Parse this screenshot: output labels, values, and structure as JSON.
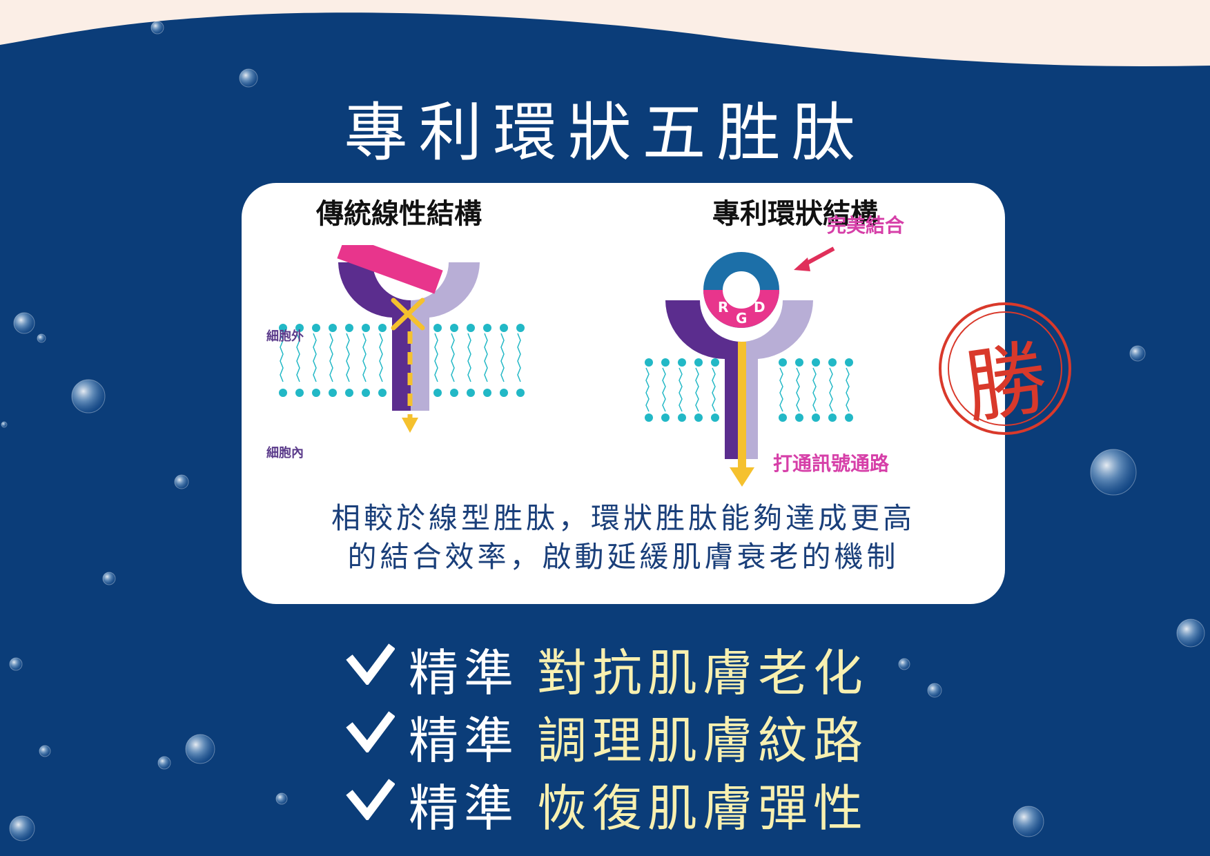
{
  "title": "專利環狀五胜肽",
  "comparison": {
    "left": {
      "heading": "傳統線性結構",
      "outside_label": "細胞外",
      "inside_label": "細胞內"
    },
    "right": {
      "heading": "專利環狀結構",
      "ring_letters": [
        "R",
        "G",
        "D"
      ],
      "perfect_bind_label": "完美結合",
      "signal_label": "打通訊號通路"
    },
    "stamp_text": "勝",
    "description_lines": [
      "相較於線型胜肽，環狀胜肽能夠達成更高",
      "的結合效率，啟動延緩肌膚衰老的機制"
    ]
  },
  "benefits": [
    {
      "label": "精準",
      "value": "對抗肌膚老化"
    },
    {
      "label": "精準",
      "value": "調理肌膚紋路"
    },
    {
      "label": "精準",
      "value": "恢復肌膚彈性"
    }
  ],
  "colors": {
    "background": "#0b3d79",
    "top_wave": "#fbeee6",
    "accent_text": "#f8f0b0",
    "pink": "#e8358c",
    "purple": "#5b2d8e",
    "lavender": "#b8aed6",
    "teal": "#22b8c6",
    "yellow": "#f5c12e",
    "stamp_red": "#d9392b"
  }
}
